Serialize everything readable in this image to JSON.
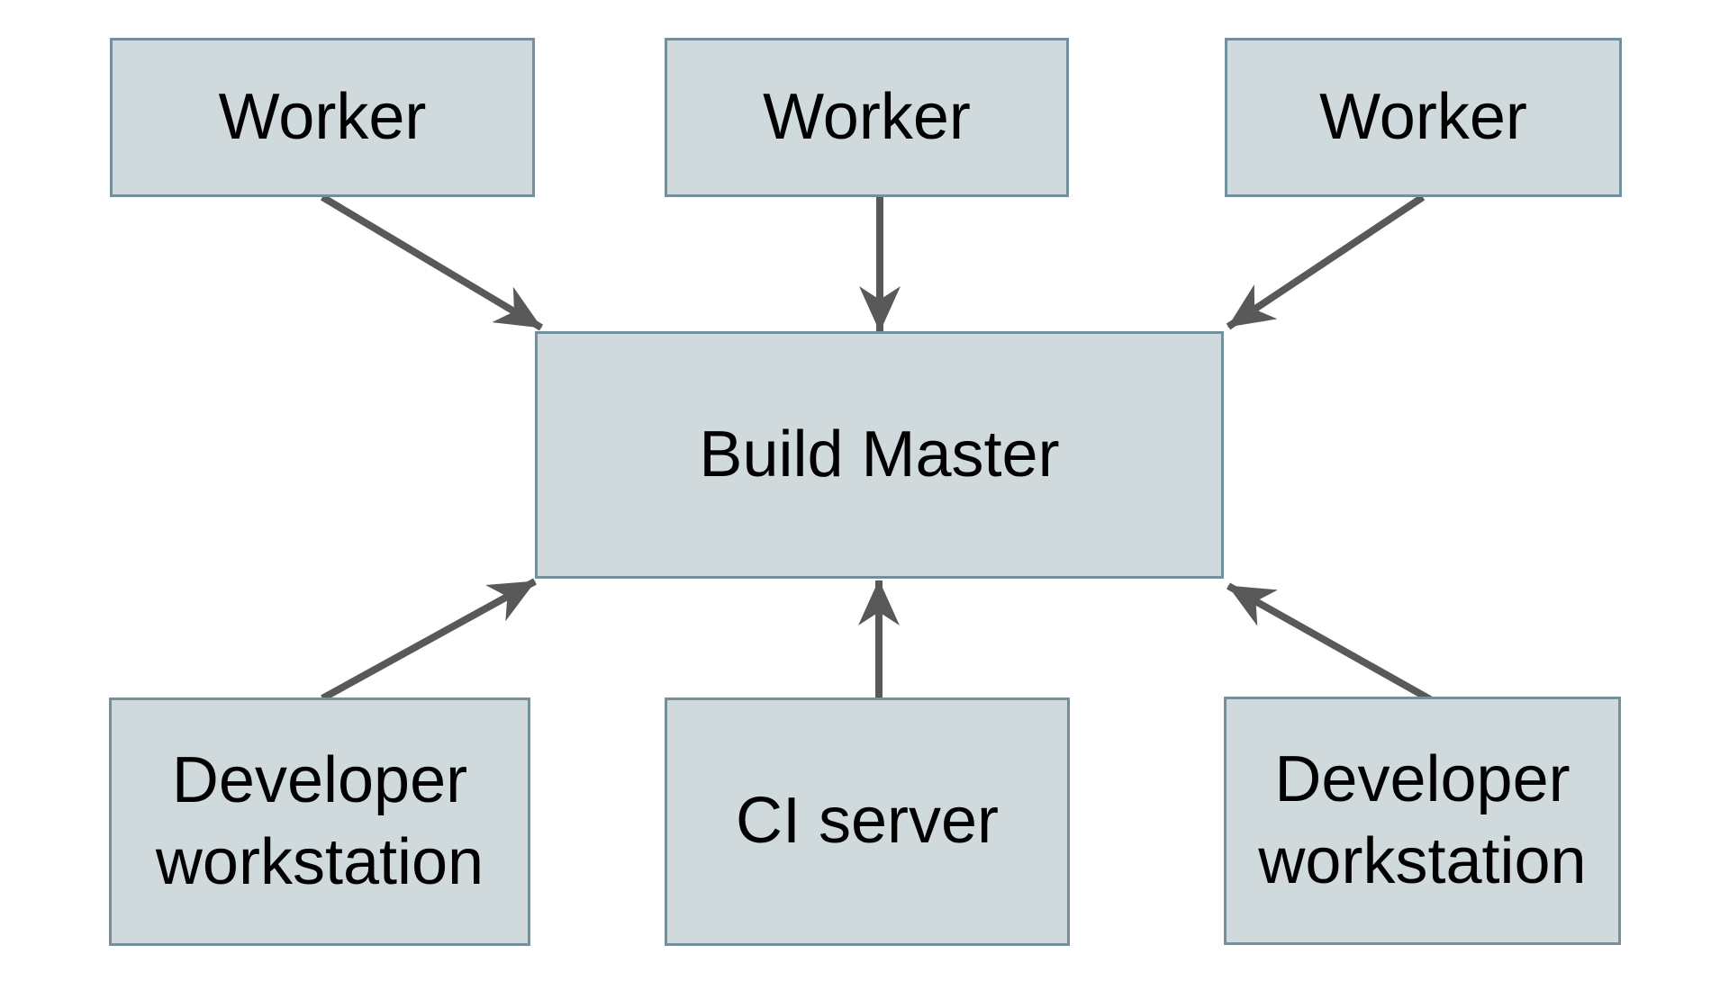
{
  "diagram": {
    "colors": {
      "background": "#ffffff",
      "node_fill": "#d0d9db",
      "node_border": "#74909c",
      "arrow": "#595959",
      "text": "#000000"
    },
    "nodes": [
      {
        "id": "worker-1",
        "label": "Worker"
      },
      {
        "id": "worker-2",
        "label": "Worker"
      },
      {
        "id": "worker-3",
        "label": "Worker"
      },
      {
        "id": "build-master",
        "label": "Build Master"
      },
      {
        "id": "developer-workstation-1",
        "label": "Developer workstation"
      },
      {
        "id": "ci-server",
        "label": "CI server"
      },
      {
        "id": "developer-workstation-2",
        "label": "Developer workstation"
      }
    ],
    "edges": [
      {
        "from": "worker-1",
        "to": "build-master"
      },
      {
        "from": "worker-2",
        "to": "build-master"
      },
      {
        "from": "worker-3",
        "to": "build-master"
      },
      {
        "from": "developer-workstation-1",
        "to": "build-master"
      },
      {
        "from": "ci-server",
        "to": "build-master"
      },
      {
        "from": "developer-workstation-2",
        "to": "build-master"
      }
    ]
  }
}
